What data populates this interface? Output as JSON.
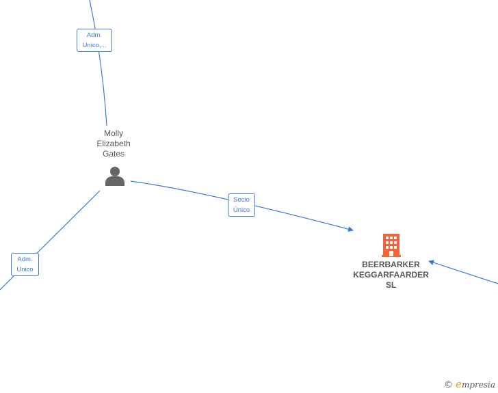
{
  "person": {
    "name_line1": "Molly",
    "name_line2": "Elizabeth",
    "name_line3": "Gates",
    "icon": "person-icon"
  },
  "company": {
    "name_line1": "BEERBARKER",
    "name_line2": "KEGGARFAARDER",
    "name_line3": "SL",
    "icon": "building-icon",
    "icon_color": "#f4623a"
  },
  "edges": {
    "top_label_line1": "Adm.",
    "top_label_line2": "Unico,...",
    "left_label_line1": "Adm.",
    "left_label_line2": "Unico",
    "middle_label_line1": "Socio",
    "middle_label_line2": "Único",
    "color": "#3a7bd5"
  },
  "footer": {
    "copyright": "©",
    "brand_initial": "e",
    "brand_rest": "mpresia"
  }
}
